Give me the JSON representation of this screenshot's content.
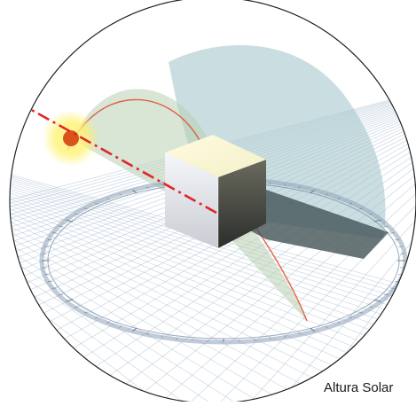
{
  "caption": "Altura Solar",
  "scene": {
    "ground_grid": "perspective-grid",
    "horizon_ring": "compass-ring",
    "sun": "sun-disc",
    "sun_ray": "dash-dot-arrow",
    "solid": "cube",
    "shadow": "cube-shadow",
    "arc_plane": "solar-altitude-arc"
  },
  "colors": {
    "ray": "#e0262a",
    "sun": "#d9531a",
    "sun_glow": "#fff26a",
    "arc_fill": "#b9d0b3",
    "dome_fill": "#9fc3c8",
    "shadow": "#3f4f52",
    "grid": "#9fb6cc",
    "ring": "#8ea3b8",
    "meridian": "#e04a2a"
  }
}
